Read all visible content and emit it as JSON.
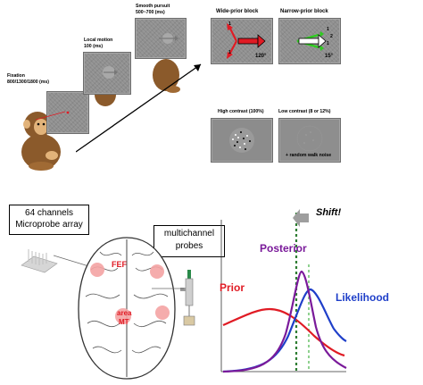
{
  "trial_sequence": {
    "fixation": {
      "title": "Fixation",
      "timing": "800/1300/1800 (ms)"
    },
    "local_motion": {
      "title": "Local motion",
      "timing": "100 (ms)"
    },
    "smooth_pursuit": {
      "title": "Smooth pursuit",
      "timing": "500~700 (ms)"
    }
  },
  "blocks": {
    "wide_prior": {
      "title": "Wide-prior block",
      "angle": "120°",
      "tick_1": "1",
      "tick_2": "1"
    },
    "narrow_prior": {
      "title": "Narrow-prior block",
      "angle": "15°",
      "tick_1": "1",
      "tick_2": "2",
      "tick_3": "1"
    }
  },
  "contrast": {
    "high": {
      "title": "High contrast (100%)"
    },
    "low": {
      "title": "Low contrast (8 or 12%)",
      "note": "+ random walk noise"
    }
  },
  "recording": {
    "array_label_line1": "64 channels",
    "array_label_line2": "Microprobe array",
    "probes_label_line1": "multichannel",
    "probes_label_line2": "probes",
    "region_fef": "FEF",
    "region_mt_line1": "area",
    "region_mt_line2": "MT"
  },
  "bayes_plot": {
    "shift_label": "Shift!",
    "prior_label": "Prior",
    "posterior_label": "Posterior",
    "likelihood_label": "Likelihood",
    "colors": {
      "prior": "#e01b24",
      "posterior": "#7a1a9a",
      "likelihood": "#1f3fc9"
    }
  }
}
